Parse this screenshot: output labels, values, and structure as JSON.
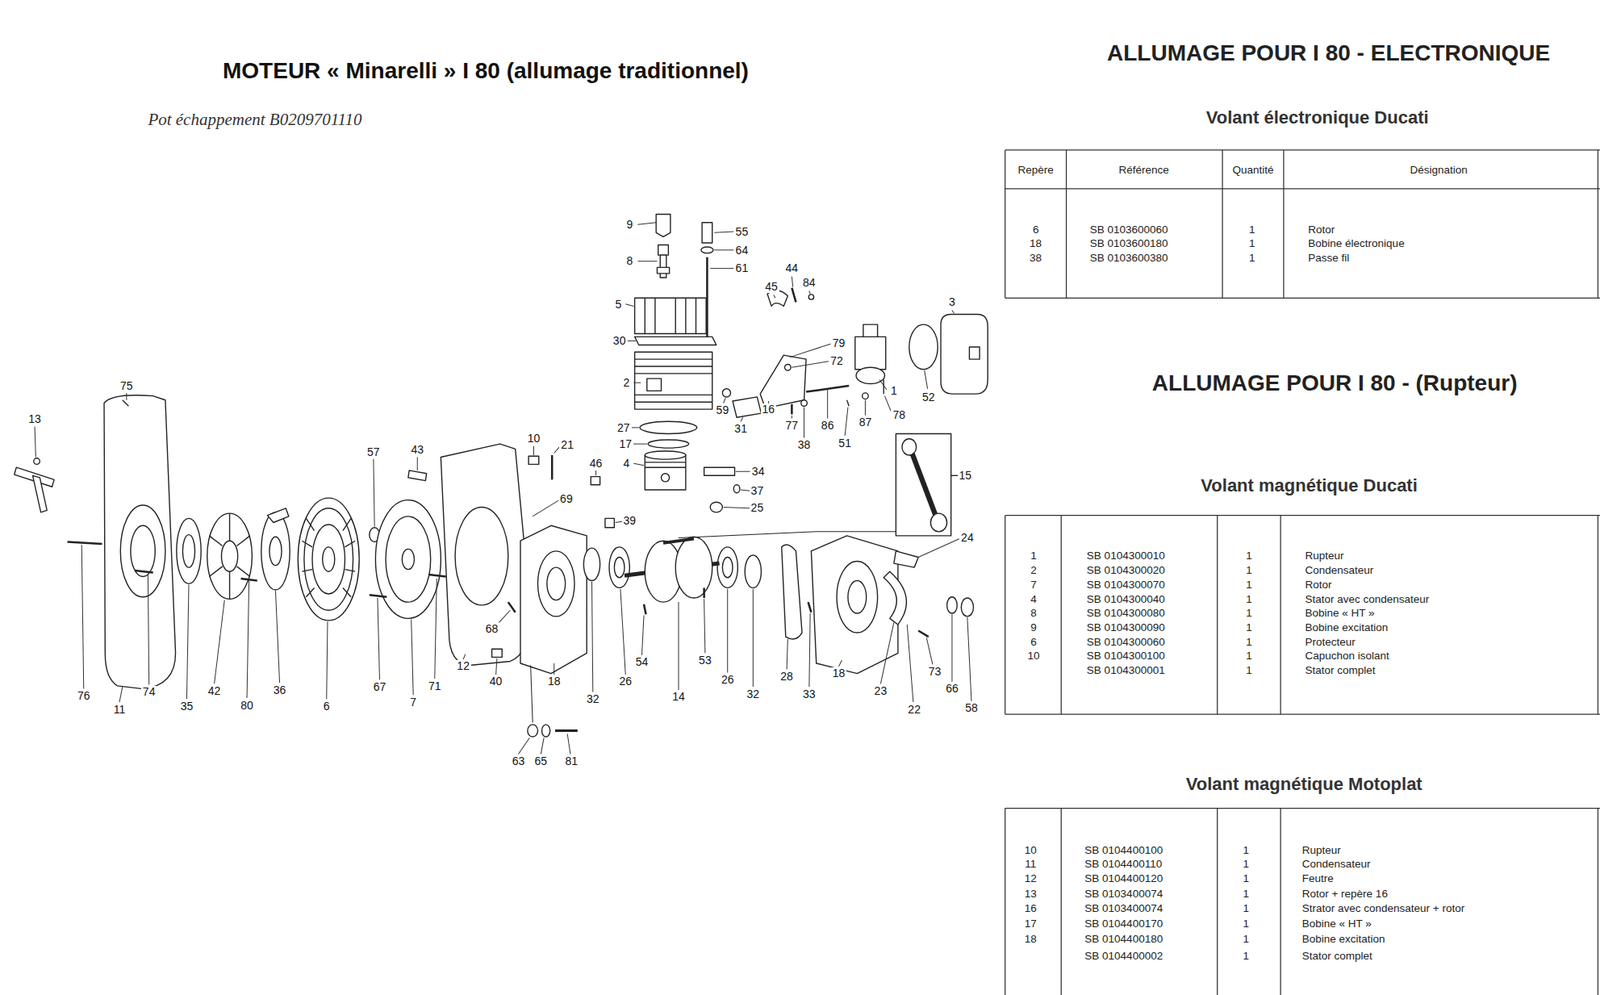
{
  "diagram": {
    "title": "MOTEUR « Minarelli » I 80 (allumage traditionnel)",
    "labels": [
      "9",
      "55",
      "64",
      "8",
      "61",
      "44",
      "45",
      "84",
      "5",
      "3",
      "30",
      "79",
      "72",
      "2",
      "1",
      "52",
      "59",
      "16",
      "78",
      "87",
      "77",
      "86",
      "31",
      "27",
      "51",
      "38",
      "17",
      "10",
      "21",
      "57",
      "43",
      "46",
      "4",
      "34",
      "37",
      "25",
      "15",
      "69",
      "39",
      "75",
      "13",
      "24",
      "68",
      "54",
      "53",
      "12",
      "28",
      "18",
      "73",
      "40",
      "18",
      "26",
      "26",
      "67",
      "71",
      "36",
      "42",
      "74",
      "23",
      "66",
      "32",
      "33",
      "14",
      "32",
      "76",
      "7",
      "80",
      "35",
      "6",
      "11",
      "22",
      "58",
      "63",
      "65",
      "81",
      "Pot échappement B0209701110",
      "ALLUMAGE POUR I 80 - ELECTRONIQUE",
      "Volant électronique Ducati",
      "Repère",
      "Référence",
      "Quantité",
      "Désignation",
      "6",
      "SB 0103600060",
      "1",
      "Rotor",
      "18",
      "SB 0103600180",
      "1",
      "Bobine électronique",
      "38",
      "SB 0103600380",
      "1",
      "Passe fil",
      "ALLUMAGE POUR I 80 - (Rupteur)",
      "Volant magnétique Ducati",
      "1",
      "SB 0104300010",
      "1",
      "Rupteur",
      "2",
      "SB 0104300020",
      "1",
      "Condensateur",
      "7",
      "SB 0104300070",
      "1",
      "Rotor",
      "4",
      "SB 0104300040",
      "1",
      "Stator avec condensateur",
      "8",
      "SB 0104300080",
      "1",
      "Bobine « HT »",
      "9",
      "SB 0104300090",
      "1",
      "Bobine excitation",
      "6",
      "SB 0104300060",
      "1",
      "Protecteur",
      "10",
      "SB 0104300100",
      "1",
      "Capuchon isolant",
      "SB 0104300001",
      "1",
      "Stator complet",
      "Volant magnétique Motoplat",
      "10",
      "SB 0104400100",
      "1",
      "Rupteur",
      "11",
      "SB 0104400110",
      "1",
      "Condensateur",
      "12",
      "SB 0104400120",
      "1",
      "Feutre",
      "13",
      "SB 0103400074",
      "1",
      "Rotor + repère 16",
      "16",
      "SB 0103400074",
      "1",
      "Strator avec condensateur + rotor",
      "17",
      "SB 0104400170",
      "1",
      "Bobine « HT »",
      "18",
      "SB 0104400180",
      "1",
      "Bobine excitation",
      "SB 0104400002",
      "1",
      "Stator complet"
    ]
  }
}
